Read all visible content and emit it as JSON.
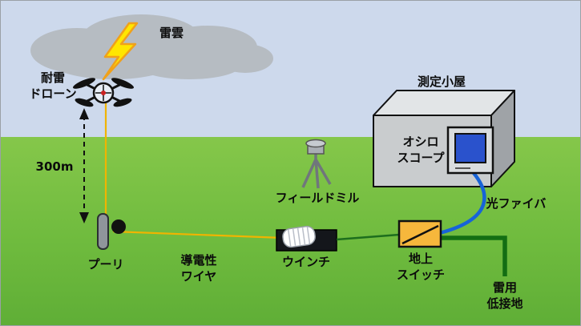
{
  "diagram": {
    "labels": {
      "cloud": "雷雲",
      "drone": [
        "耐雷",
        "ドローン"
      ],
      "distance": "300m",
      "pulley": "プーリ",
      "wire": [
        "導電性",
        "ワイヤ"
      ],
      "winch": "ウインチ",
      "field_mill": "フィールドミル",
      "hut": "測定小屋",
      "oscilloscope": [
        "オシロ",
        "スコープ"
      ],
      "fiber": "光ファイバ",
      "ground_switch": [
        "地上",
        "スイッチ"
      ],
      "ground": [
        "雷用",
        "低接地"
      ]
    },
    "colors": {
      "sky": "#cdd9ec",
      "grass_top": "#85c74a",
      "grass_bottom": "#5fae36",
      "cloud": "#b6bcc2",
      "lightning": "#ffe600",
      "lightning_edge": "#f0a11a",
      "wire": "#f0b400",
      "fiber": "#1763d8",
      "ground_wire": "#136e13",
      "switch_box": "#f6b73c",
      "hut_front": "#c9ccce",
      "hut_top": "#e2e5e7",
      "hut_side": "#9fa3a7",
      "screen": "#2a52cc"
    }
  }
}
